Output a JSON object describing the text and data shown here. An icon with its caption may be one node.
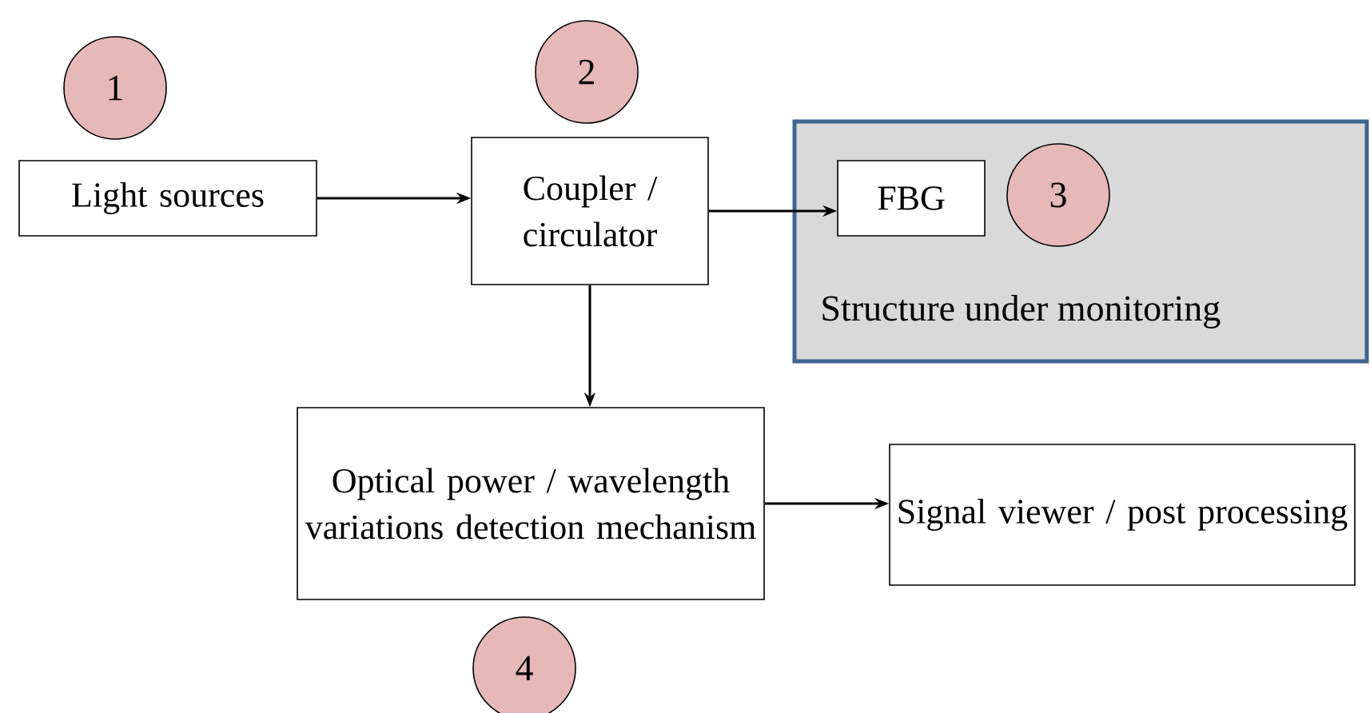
{
  "diagram": {
    "nodes": [
      {
        "text": [
          "1"
        ]
      },
      {
        "text": [
          "2"
        ]
      },
      {
        "text": [
          "Light sources"
        ]
      },
      {
        "text": [
          "Coupler / circulator"
        ]
      },
      {
        "text": [
          "Structure under monitoring"
        ]
      },
      {
        "text": [
          "FBG"
        ],
        "in": 4
      },
      {
        "text": [
          "3"
        ],
        "in": 4
      },
      {
        "text": [
          "Optical power / wavelength variations detection mechanism"
        ]
      },
      {
        "text": [
          "Signal viewer / post processing"
        ]
      },
      {
        "text": [
          "4"
        ]
      }
    ],
    "edges": [
      {
        "from": 2,
        "to": 3,
        "arrow": "to"
      },
      {
        "from": 3,
        "to": 5,
        "arrow": "to"
      },
      {
        "from": 3,
        "to": 7,
        "arrow": "to"
      },
      {
        "from": 7,
        "to": 8,
        "arrow": "to"
      }
    ]
  }
}
